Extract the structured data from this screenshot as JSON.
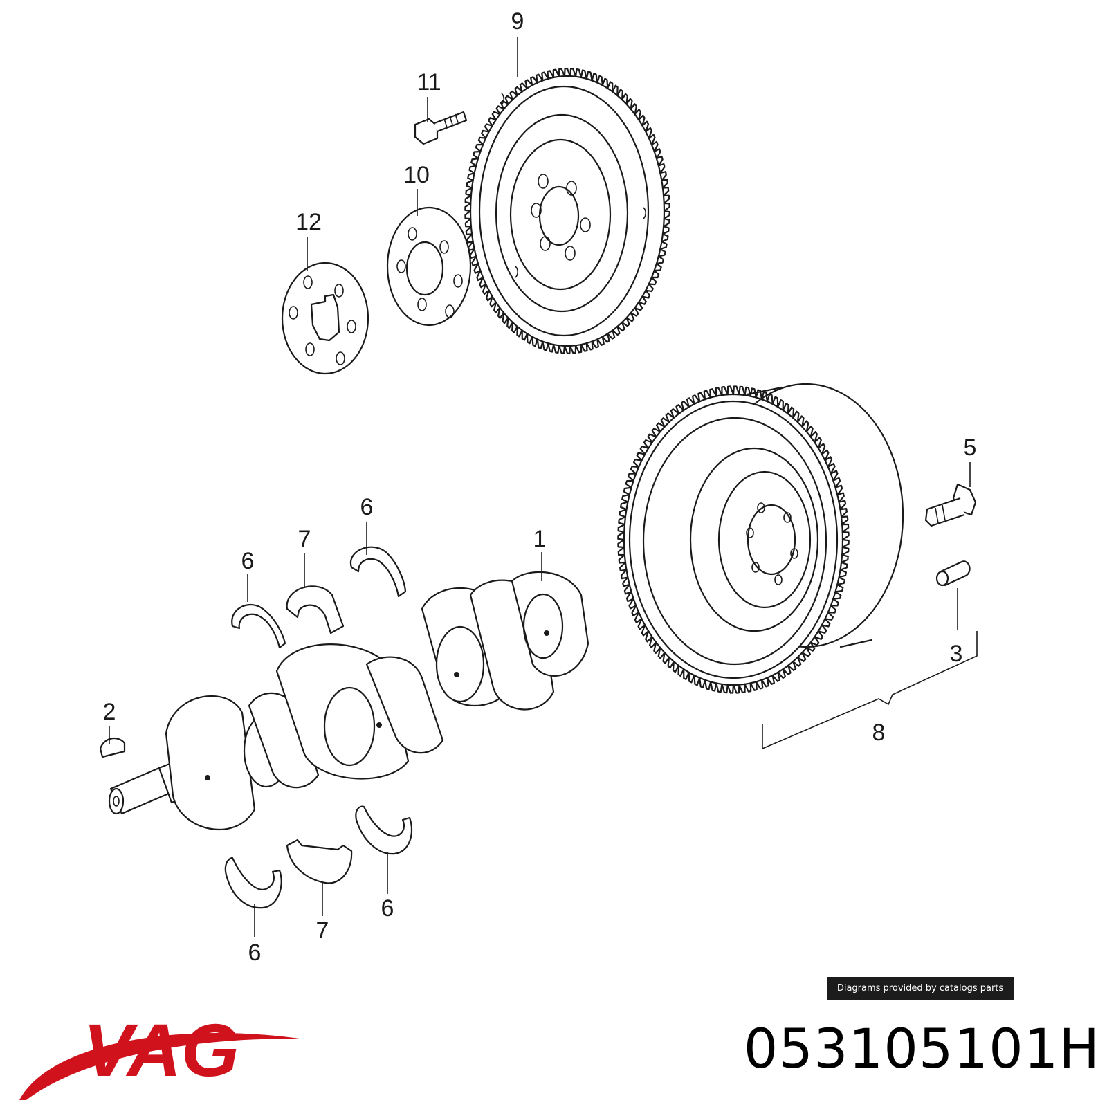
{
  "brand": {
    "name": "VAG",
    "color": "#d0121c"
  },
  "part_number": "053105101H",
  "credit": "Diagrams provided by catalogs parts",
  "callouts": [
    "9",
    "11",
    "10",
    "12",
    "5",
    "6",
    "7",
    "1",
    "3",
    "2",
    "8"
  ],
  "callouts_lower": [
    "6",
    "7",
    "6"
  ]
}
